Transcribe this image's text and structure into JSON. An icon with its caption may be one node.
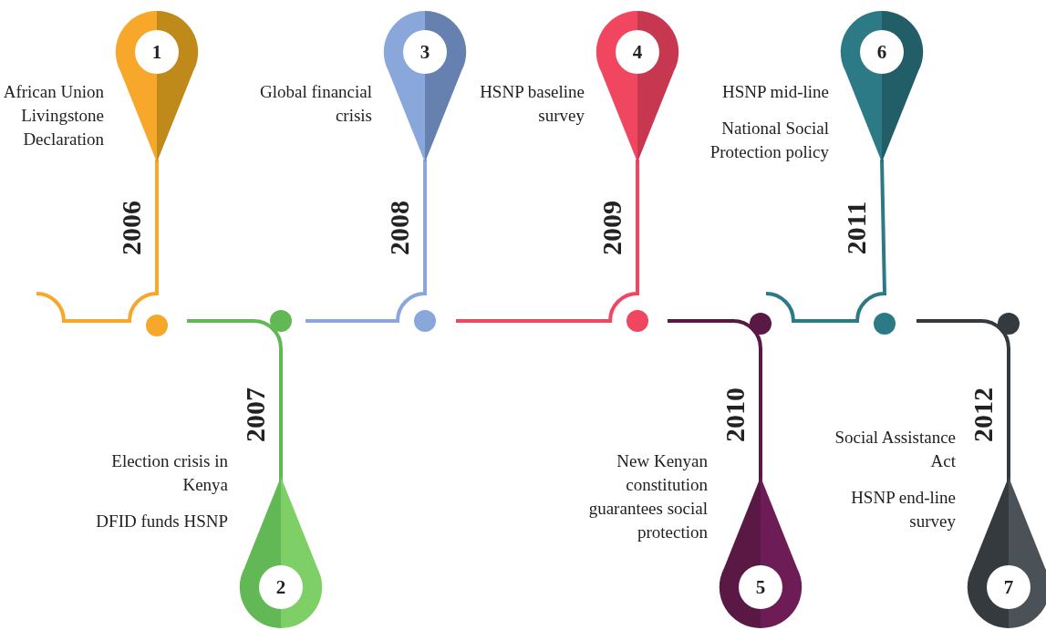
{
  "diagram": {
    "nodes": [
      {
        "text": [
          "1"
        ],
        "beside": [
          "2006",
          "African Union Livingstone Declaration"
        ]
      },
      {
        "text": [
          "2"
        ],
        "beside": [
          "2007",
          "Election crisis in Kenya",
          "DFID funds HSNP"
        ]
      },
      {
        "text": [
          "3"
        ],
        "beside": [
          "2008",
          "Global financial crisis"
        ]
      },
      {
        "text": [
          "4"
        ],
        "beside": [
          "2009",
          "HSNP baseline survey"
        ]
      },
      {
        "text": [
          "5"
        ],
        "beside": [
          "2010",
          "New Kenyan constitution guarantees social protection"
        ]
      },
      {
        "text": [
          "6"
        ],
        "beside": [
          "2011",
          "HSNP mid-line",
          "National Social Protection policy"
        ]
      },
      {
        "text": [
          "7"
        ],
        "beside": [
          "2012",
          "Social Assistance Act",
          "HSNP end-line survey"
        ]
      }
    ],
    "edges": []
  }
}
